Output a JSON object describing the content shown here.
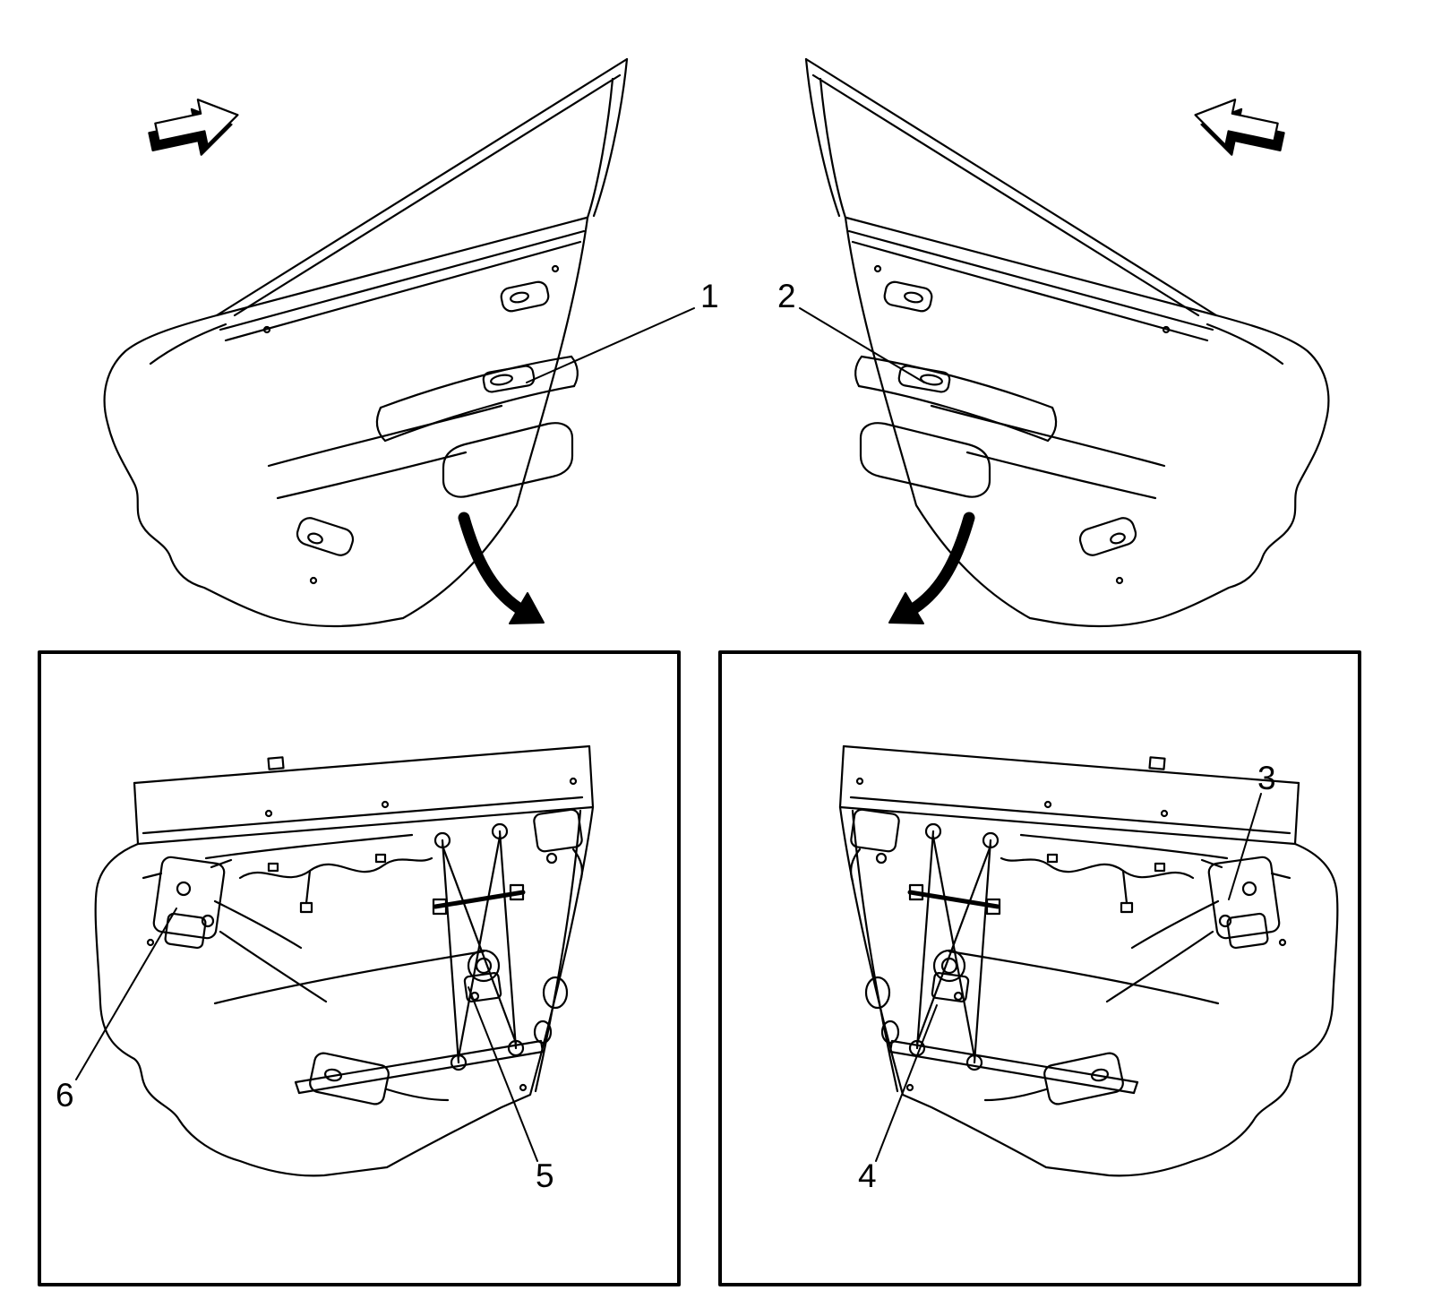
{
  "figure": {
    "background_color": "#ffffff",
    "line_color": "#000000",
    "callouts": [
      {
        "label": "1"
      },
      {
        "label": "2"
      },
      {
        "label": "3"
      },
      {
        "label": "4"
      },
      {
        "label": "5"
      },
      {
        "label": "6"
      }
    ]
  }
}
